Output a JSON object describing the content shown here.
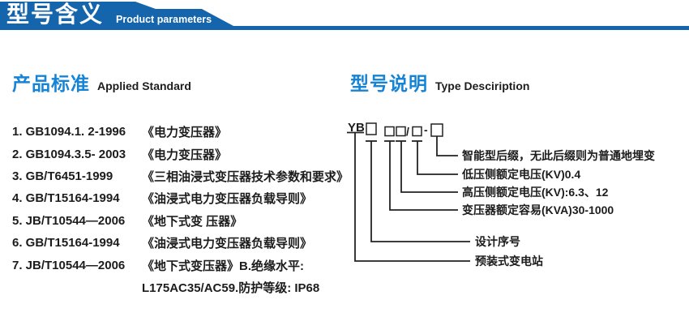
{
  "header": {
    "title_cn": "型号含义",
    "subtitle_en": "Product parameters"
  },
  "left_section": {
    "heading_cn": "产品标准",
    "heading_en": "Applied Standard",
    "standards": [
      {
        "code": "1. GB1094.1. 2-1996",
        "title": "《电力变压器》"
      },
      {
        "code": "2. GB1094.3.5- 2003",
        "title": "《电力变压器》"
      },
      {
        "code": "3. GB/T6451-1999",
        "title": "《三相油浸式变压器技术参数和要求》"
      },
      {
        "code": "4. GB/T15164-1994",
        "title": "《油浸式电力变压器负载导则》"
      },
      {
        "code": "5. JB/T10544—2006",
        "title": "《地下式变 压器》"
      },
      {
        "code": "6. GB/T15164-1994",
        "title": "《油浸式电力变压器负载导则》"
      },
      {
        "code": "7. JB/T10544—2006",
        "title": "《地下式变压器》B.绝缘水平:"
      }
    ],
    "continuation": "L175AC35/AC59.防护等级: IP68"
  },
  "right_section": {
    "heading_cn": "型号说明",
    "heading_en": "Type Desciription",
    "diagram": {
      "prefix": "YB",
      "slash": "/",
      "dash": "-",
      "labels": [
        "智能型后缀，无此后缀则为普通地埋变",
        "低压侧额定电压(KV)0.4",
        "高压侧额定电压(KV):6.3、12",
        "变压器额定容易(KVA)30-1000",
        "设计序号",
        "预装式变电站"
      ]
    }
  },
  "colors": {
    "banner_blue": "#1565ad",
    "heading_blue": "#1583d6",
    "text_black": "#1c1c1c"
  }
}
